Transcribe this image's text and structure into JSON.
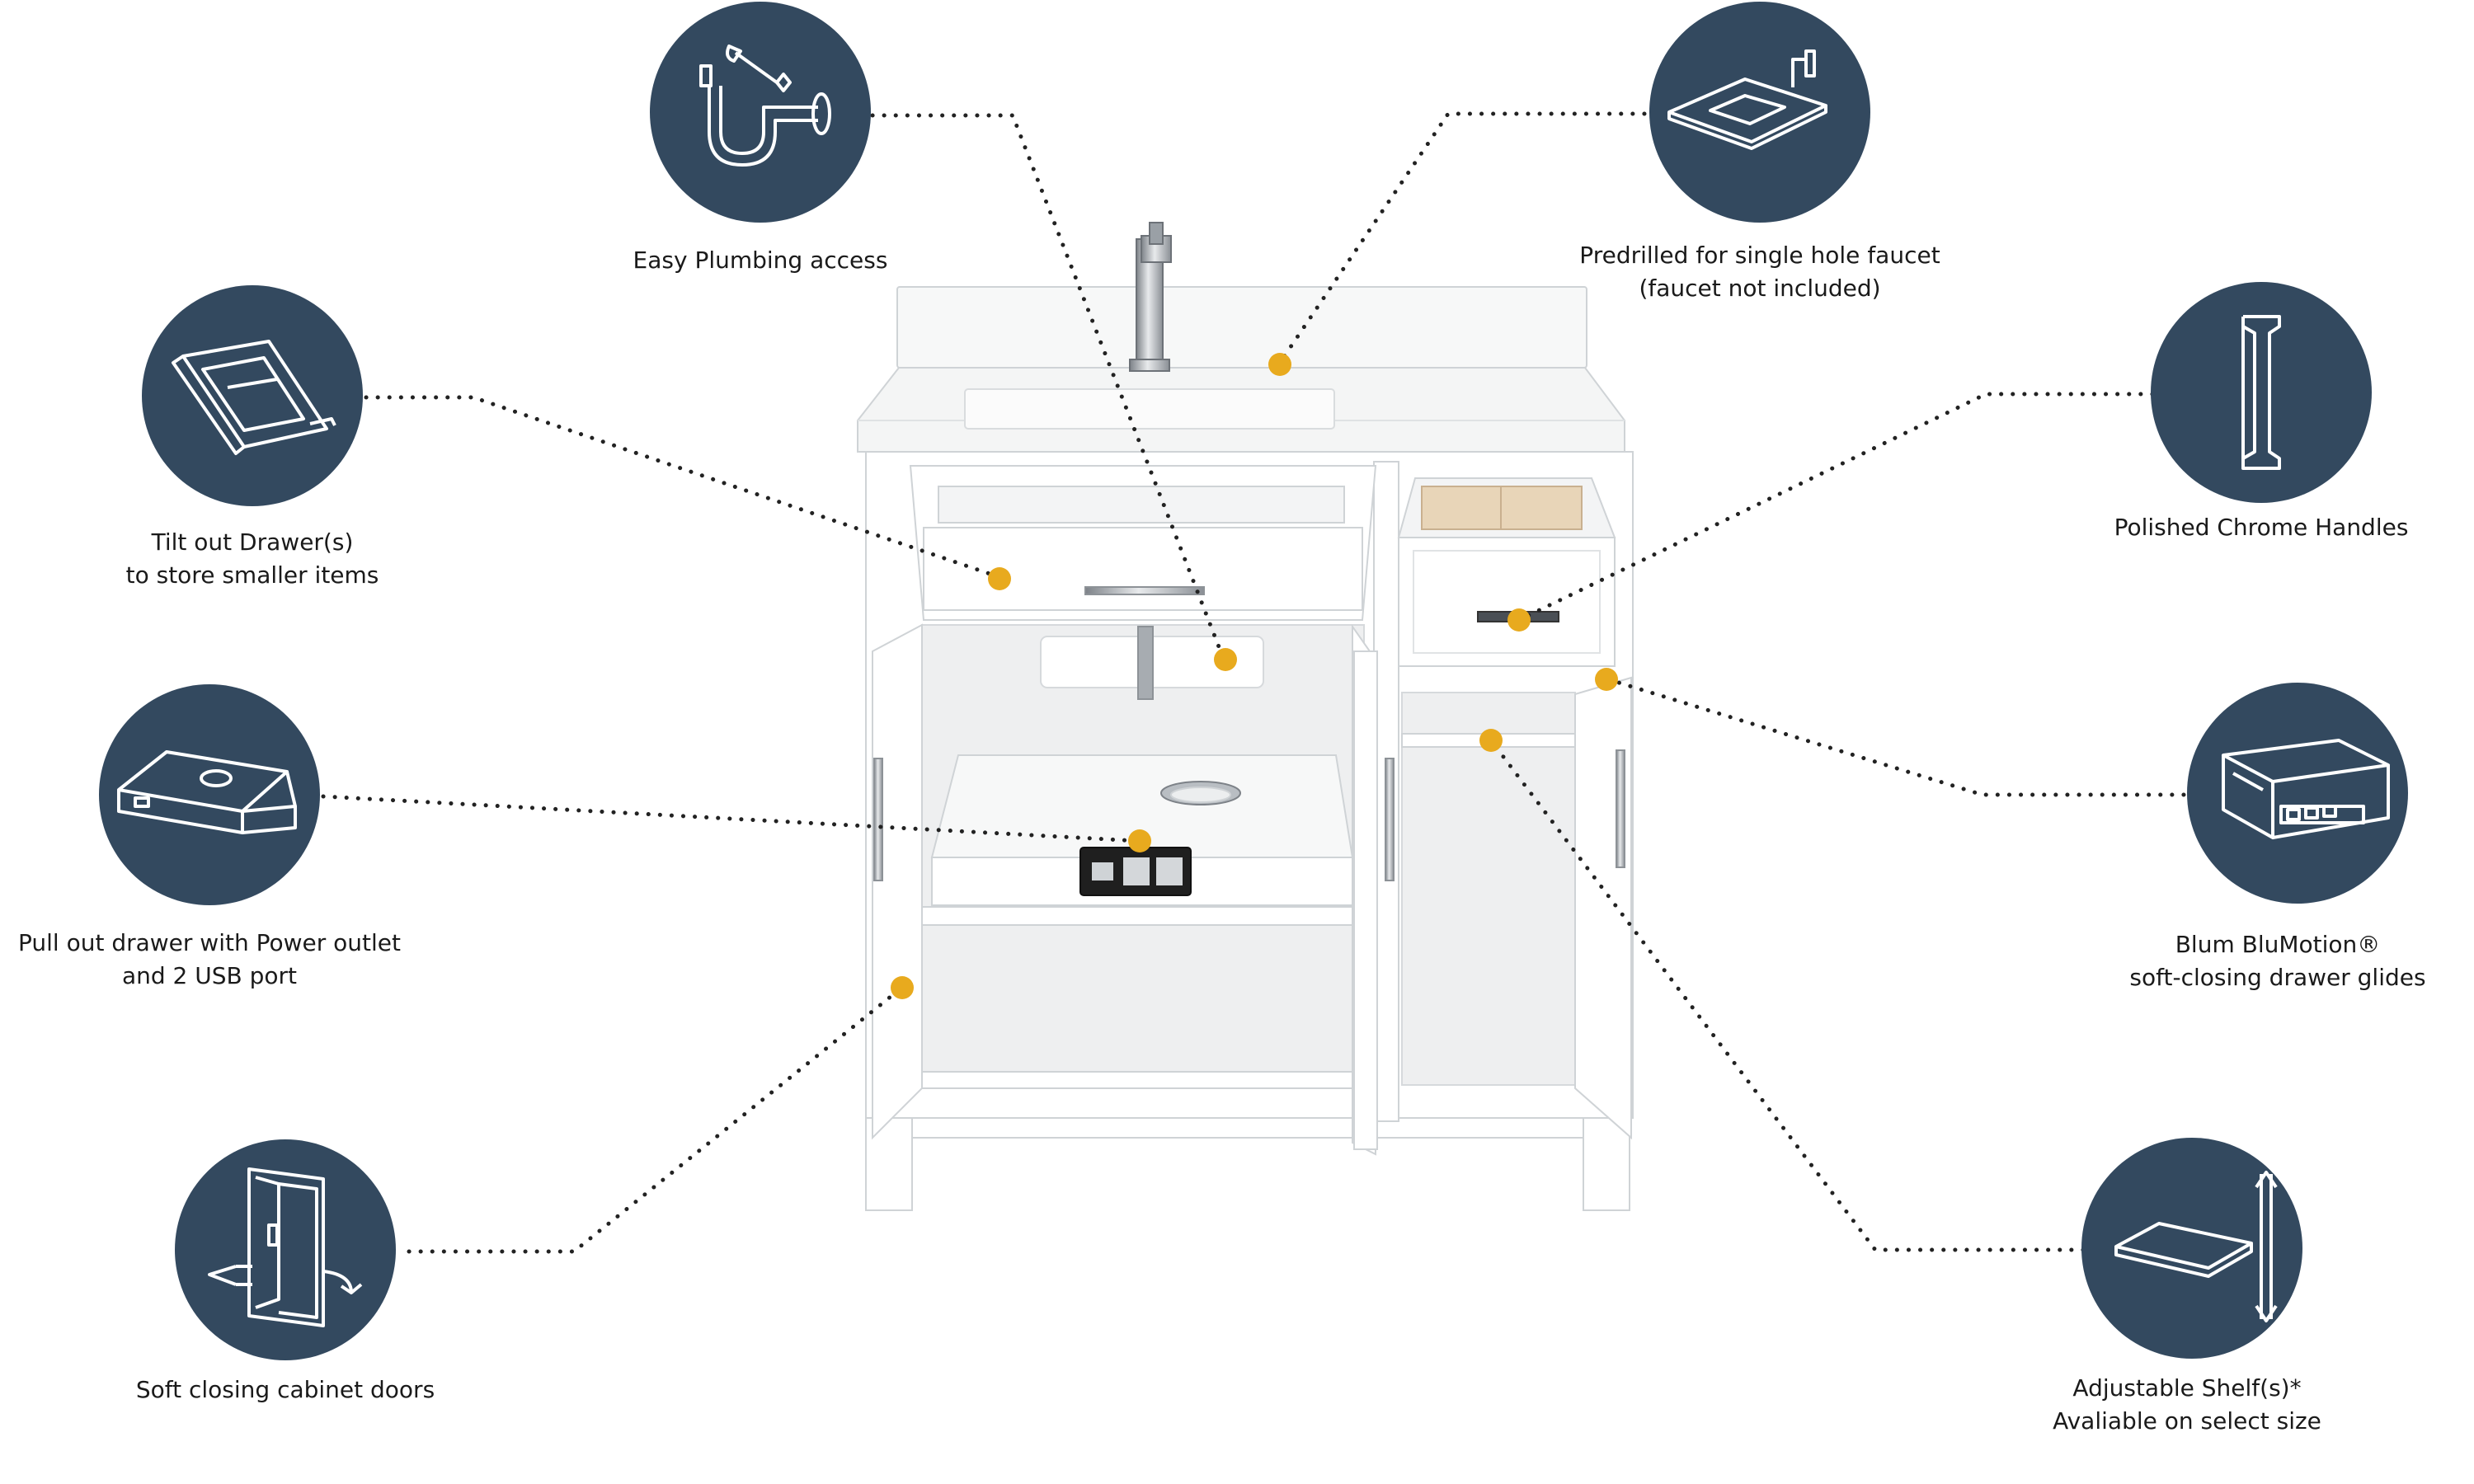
{
  "colors": {
    "badge": "#33495f",
    "icon_stroke": "#ffffff",
    "leader": "#222222",
    "dot": "#e8aa1e"
  },
  "features": [
    {
      "id": "plumbing",
      "icon": "plumbing-pipe-wrench-icon",
      "label_lines": [
        "Easy Plumbing access"
      ]
    },
    {
      "id": "faucet",
      "icon": "countertop-faucet-icon",
      "label_lines": [
        "Predrilled for single hole faucet",
        "(faucet not included)"
      ]
    },
    {
      "id": "tilt-drawer",
      "icon": "tilt-out-drawer-icon",
      "label_lines": [
        "Tilt out Drawer(s)",
        "to store smaller items"
      ]
    },
    {
      "id": "handles",
      "icon": "chrome-handle-icon",
      "label_lines": [
        "Polished Chrome Handles"
      ]
    },
    {
      "id": "power-drawer",
      "icon": "power-outlet-drawer-icon",
      "label_lines": [
        "Pull out drawer with Power outlet",
        "and 2 USB port"
      ]
    },
    {
      "id": "glides",
      "icon": "drawer-glide-icon",
      "label_lines": [
        "Blum BluMotion®",
        "soft-closing drawer glides"
      ]
    },
    {
      "id": "doors",
      "icon": "soft-close-door-icon",
      "label_lines": [
        "Soft closing cabinet doors"
      ]
    },
    {
      "id": "shelf",
      "icon": "adjustable-shelf-icon",
      "label_lines": [
        "Adjustable Shelf(s)*",
        "Avaliable on select size"
      ]
    }
  ]
}
